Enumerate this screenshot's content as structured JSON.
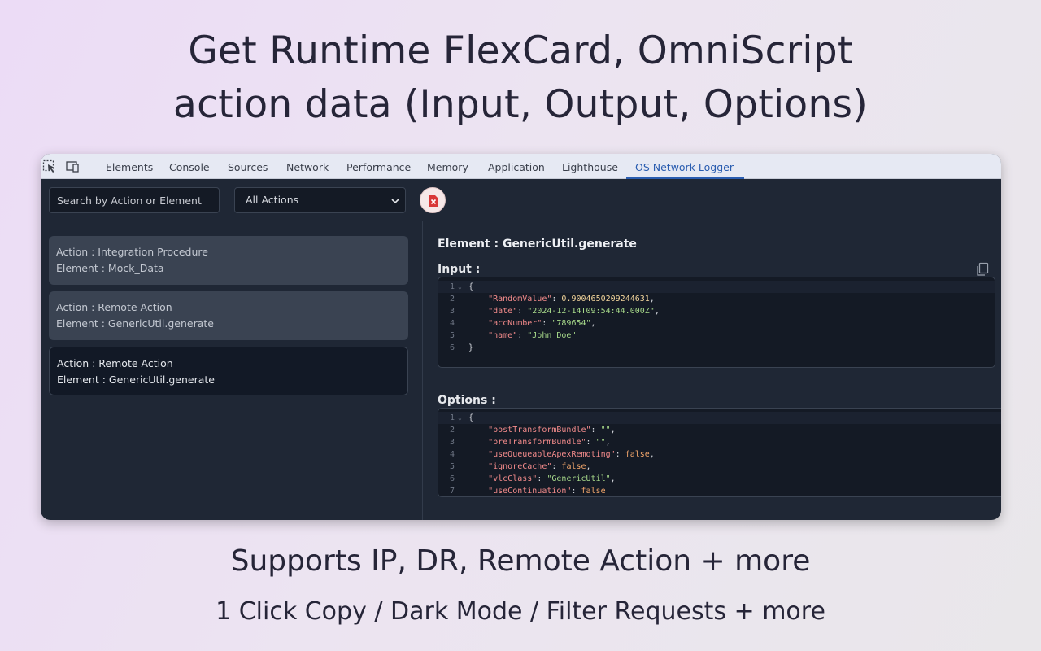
{
  "headline": {
    "line1": "Get Runtime FlexCard, OmniScript",
    "line2": "action data (Input, Output, Options)"
  },
  "devtools": {
    "tabs": [
      "Elements",
      "Console",
      "Sources",
      "Network",
      "Performance",
      "Memory",
      "Application",
      "Lighthouse",
      "OS Network Logger"
    ],
    "active_tab": "OS Network Logger",
    "icons": {
      "inspect": "inspect-element-icon",
      "device": "device-toolbar-icon"
    }
  },
  "toolbar": {
    "search_placeholder": "Search by Action or Element",
    "filter_selected": "All Actions",
    "clear_icon": "clear-log-icon"
  },
  "actions_list": [
    {
      "action": "Action : Integration Procedure",
      "element": "Element : Mock_Data"
    },
    {
      "action": "Action : Remote Action",
      "element": "Element : GenericUtil.generate"
    },
    {
      "action": "Action : Remote Action",
      "element": "Element : GenericUtil.generate"
    }
  ],
  "detail": {
    "element_title": "Element : GenericUtil.generate",
    "input_label": "Input :",
    "options_label": "Options :",
    "copy_icon": "copy-icon",
    "input_code": [
      {
        "num": "1",
        "fold": true,
        "parts": [
          [
            "p",
            "{"
          ]
        ]
      },
      {
        "num": "2",
        "parts": [
          [
            "p",
            "    "
          ],
          [
            "k",
            "\"RandomValue\""
          ],
          [
            "p",
            ": "
          ],
          [
            "n",
            "0.9004650209244631"
          ],
          [
            "p",
            ","
          ]
        ]
      },
      {
        "num": "3",
        "parts": [
          [
            "p",
            "    "
          ],
          [
            "k",
            "\"date\""
          ],
          [
            "p",
            ": "
          ],
          [
            "s",
            "\"2024-12-14T09:54:44.000Z\""
          ],
          [
            "p",
            ","
          ]
        ]
      },
      {
        "num": "4",
        "parts": [
          [
            "p",
            "    "
          ],
          [
            "k",
            "\"accNumber\""
          ],
          [
            "p",
            ": "
          ],
          [
            "s",
            "\"789654\""
          ],
          [
            "p",
            ","
          ]
        ]
      },
      {
        "num": "5",
        "parts": [
          [
            "p",
            "    "
          ],
          [
            "k",
            "\"name\""
          ],
          [
            "p",
            ": "
          ],
          [
            "s",
            "\"John Doe\""
          ]
        ]
      },
      {
        "num": "6",
        "parts": [
          [
            "p",
            "}"
          ]
        ]
      }
    ],
    "options_code": [
      {
        "num": "1",
        "fold": true,
        "parts": [
          [
            "p",
            "{"
          ]
        ]
      },
      {
        "num": "2",
        "parts": [
          [
            "p",
            "    "
          ],
          [
            "k",
            "\"postTransformBundle\""
          ],
          [
            "p",
            ": "
          ],
          [
            "s",
            "\"\""
          ],
          [
            "p",
            ","
          ]
        ]
      },
      {
        "num": "3",
        "parts": [
          [
            "p",
            "    "
          ],
          [
            "k",
            "\"preTransformBundle\""
          ],
          [
            "p",
            ": "
          ],
          [
            "s",
            "\"\""
          ],
          [
            "p",
            ","
          ]
        ]
      },
      {
        "num": "4",
        "parts": [
          [
            "p",
            "    "
          ],
          [
            "k",
            "\"useQueueableApexRemoting\""
          ],
          [
            "p",
            ": "
          ],
          [
            "b",
            "false"
          ],
          [
            "p",
            ","
          ]
        ]
      },
      {
        "num": "5",
        "parts": [
          [
            "p",
            "    "
          ],
          [
            "k",
            "\"ignoreCache\""
          ],
          [
            "p",
            ": "
          ],
          [
            "b",
            "false"
          ],
          [
            "p",
            ","
          ]
        ]
      },
      {
        "num": "6",
        "parts": [
          [
            "p",
            "    "
          ],
          [
            "k",
            "\"vlcClass\""
          ],
          [
            "p",
            ": "
          ],
          [
            "s",
            "\"GenericUtil\""
          ],
          [
            "p",
            ","
          ]
        ]
      },
      {
        "num": "7",
        "parts": [
          [
            "p",
            "    "
          ],
          [
            "k",
            "\"useContinuation\""
          ],
          [
            "p",
            ": "
          ],
          [
            "b",
            "false"
          ]
        ]
      }
    ]
  },
  "footer": {
    "line1": "Supports IP, DR, Remote Action + more",
    "line2": "1 Click Copy / Dark Mode / Filter Requests + more"
  },
  "colors": {
    "panel_bg": "#1f2735",
    "active_tab": "#2a5db0",
    "json_key": "#f38b8b",
    "json_string": "#a7d98a",
    "json_number": "#f3d59b",
    "json_boolean": "#f2a66b"
  }
}
